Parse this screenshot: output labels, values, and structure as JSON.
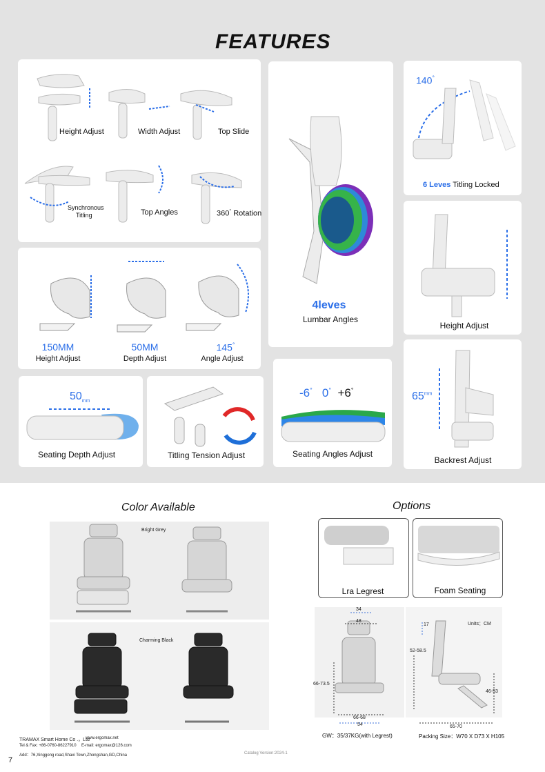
{
  "features_title": "FEATURES",
  "arm_card": {
    "height": "Height Adjust",
    "width": "Width Adjust",
    "slide": "Top Slide",
    "sync_1": "Synchronous",
    "sync_2": "Titling",
    "angles": "Top Angles",
    "rot_num": "360",
    "rot_deg": "°",
    "rot_word": " Rotation"
  },
  "head_card": {
    "height_val": "150MM",
    "height_lbl": "Height Adjust",
    "depth_val": "50MM",
    "depth_lbl": "Depth Adjust",
    "angle_val": "145",
    "angle_deg": "°",
    "angle_lbl": "Angle Adjust"
  },
  "lumbar_card": {
    "value": "4leves",
    "label": "Lumbar Angles"
  },
  "tilt_card": {
    "angle": "140",
    "angle_deg": "°",
    "levels": "6 Leves",
    "label": " Titling Locked"
  },
  "height_card": {
    "label": "Height Adjust"
  },
  "backrest_card": {
    "value": "65",
    "unit": "mm",
    "label": "Backrest Adjust"
  },
  "seat_depth_card": {
    "value": "50",
    "unit": "mm",
    "label": "Seating Depth Adjust"
  },
  "tension_card": {
    "label": "Titling Tension Adjust"
  },
  "seat_angle_card": {
    "neg": "-6",
    "zero": "0",
    "pos": "+6",
    "deg": "°",
    "label": "Seating Angles Adjust"
  },
  "color_title": "Color Available",
  "color_grey": "Bright Grey",
  "color_black": "Charming Black",
  "options_title": "Options",
  "option_legrest": "Lra Legrest",
  "option_foam": "Foam Seating",
  "dims": {
    "units": "Units：CM",
    "w34": "34",
    "w48": "48",
    "h66": "66-73.5",
    "w66": "66-68",
    "w54": "54",
    "w17": "17",
    "h52": "52-58.5",
    "h46": "46-53",
    "w65": "65-70"
  },
  "gw": "GW：35/37KG(with Legrest)",
  "packing": "Packing Size：W70 X D73 X H105",
  "company": {
    "name": "TRAMAX Smart Home Co .，Ltd",
    "web": "www.ergomax.net",
    "tel": "Tel & Fax: +86-0760-86227910",
    "email": "E-mail: ergomax@126.com",
    "addr": "Add：76,Xinggong road,Shaxi Town,Zhongshan,GD,China"
  },
  "catalog": "Catalog Version:2024-1",
  "page_number": "7"
}
